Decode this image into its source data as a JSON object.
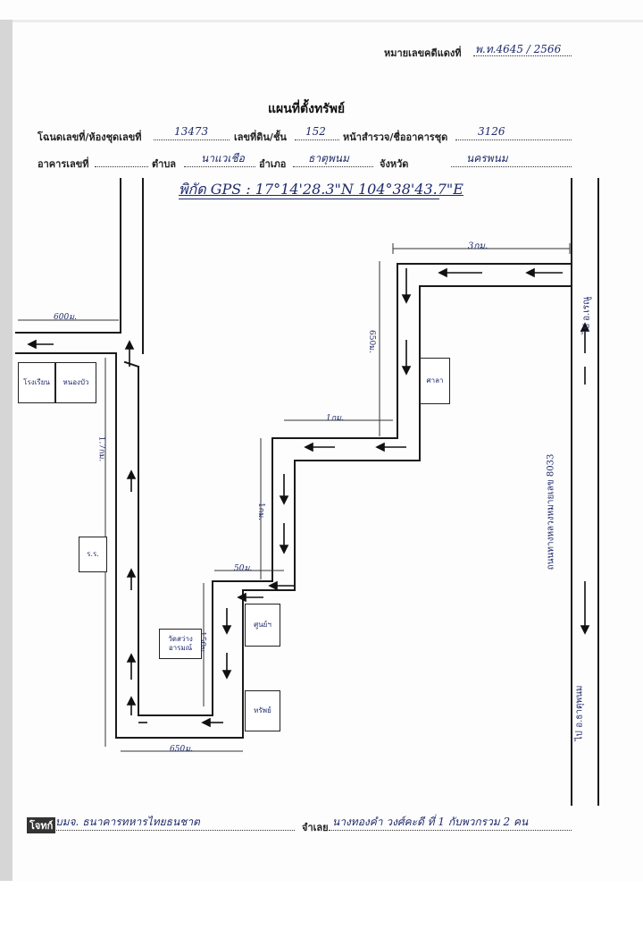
{
  "header": {
    "case_label": "หมายเลขคดีแดงที่",
    "case_value": "พ.ท.4645 / 2566",
    "title": "แผนที่ตั้งทรัพย์"
  },
  "info_row1": {
    "deed_label": "โฉนดเลขที่/ห้องชุดเลขที่",
    "deed_value": "13473",
    "land_no_label": "เลขที่ดิน/ชั้น",
    "land_no_value": "152",
    "survey_label": "หน้าสำรวจ/ชื่ออาคารชุด",
    "survey_value": "3126"
  },
  "info_row2": {
    "building_label": "อาคารเลขที่",
    "building_value": "",
    "subdistrict_label": "ตำบล",
    "subdistrict_value": "นาแวเชือ",
    "district_label": "อำเภอ",
    "district_value": "ธาตุพนม",
    "province_label": "จังหวัด",
    "province_value": "นครพนม"
  },
  "gps": "พิกัด GPS : 17°14'28.3\"N 104°38'43.7\"E",
  "map": {
    "dist_top": "3กม.",
    "dist_left": "600ม.",
    "dist_v1": "650ม.",
    "dist_v2": "1.7กม.",
    "dist_mid1": "1กม.",
    "dist_mid2": "1กม.",
    "dist_mid3": "50ม.",
    "dist_mid4": "150ม.",
    "dist_bottom": "650ม.",
    "highway": "ถนนทางหลวงหมายเลข 8033",
    "to_top": "ไป อ.เรณู",
    "to_bottom": "ไป อ.ธาตุพนม",
    "box_left_1": "โรงเรียน",
    "box_left_2": "หนองบัว",
    "box_school": "ร.ร.",
    "box_temple": "วัดสว่าง อารมณ์",
    "box_right_1": "ศาลา",
    "box_right_2": "ศูนย์ฯ",
    "box_right_3": "ทรัพย์"
  },
  "footer": {
    "prefix": "โจทก์",
    "plaintiff": "บมจ. ธนาคารทหารไทยธนชาต",
    "defendant_label": "จำเลย",
    "defendant": "นางทองคำ วงศ์คะดี ที่ 1 กับพวกรวม 2 คน"
  }
}
